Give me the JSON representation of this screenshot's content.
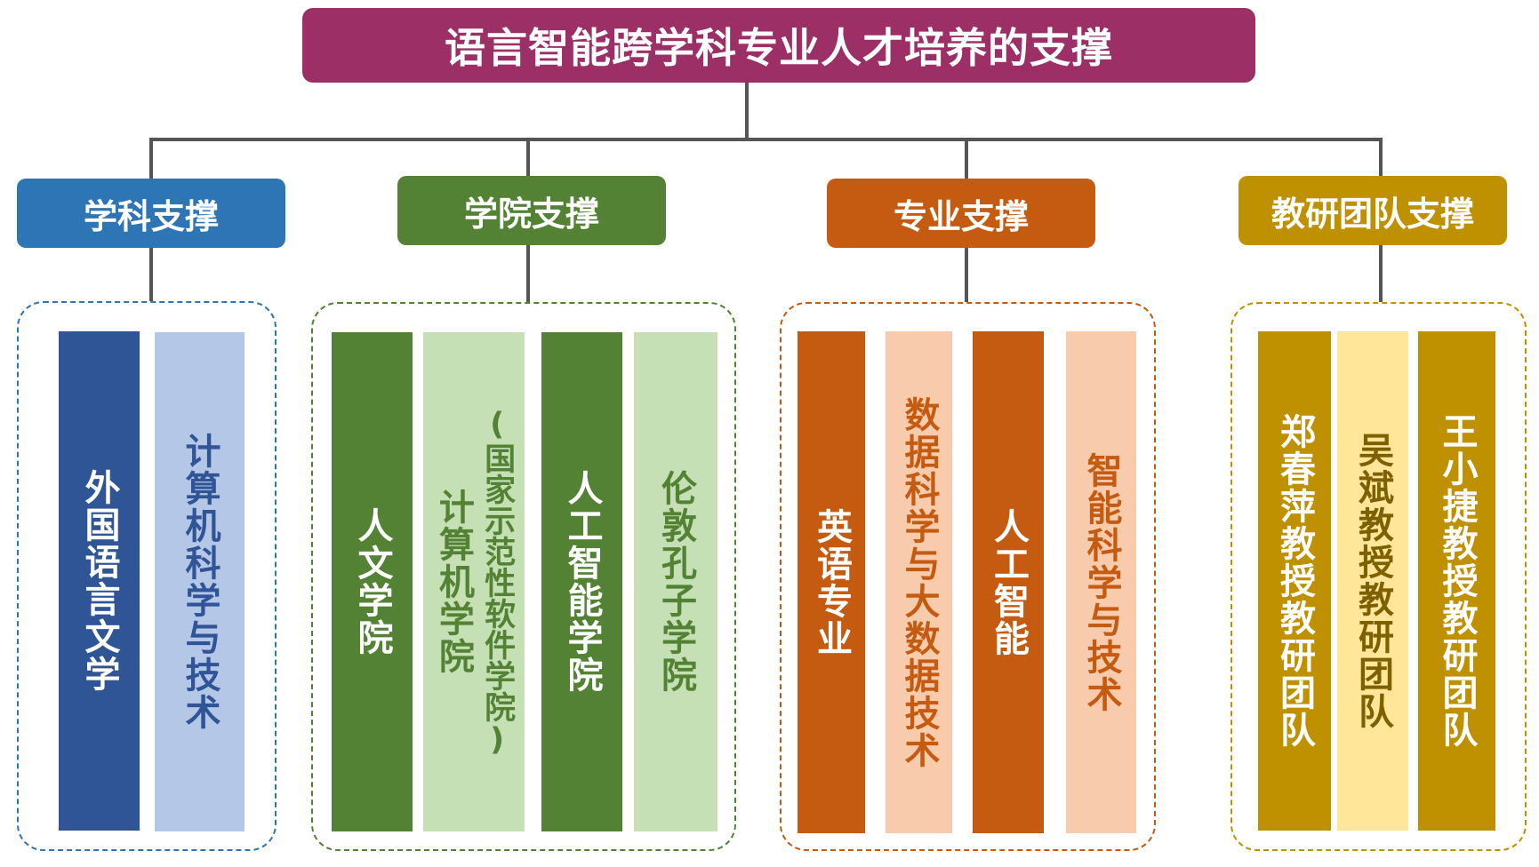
{
  "title": "语言智能跨学科专业人才培养的支撑",
  "colors": {
    "title": "#9b2f66",
    "connector": "#555555",
    "blue": "#2e75b6",
    "blue_dark": "#2f5597",
    "blue_light": "#b4c7e7",
    "green": "#548235",
    "green_light": "#c5e0b4",
    "orange": "#c55a11",
    "orange_light": "#f8cbad",
    "gold": "#bf9000",
    "gold_light": "#ffe699"
  },
  "categories": [
    {
      "label": "学科支撑",
      "items": [
        "外国语言文学",
        "计算机科学与技术"
      ]
    },
    {
      "label": "学院支撑",
      "items": [
        "人文学院",
        "计算机学院",
        "(国家示范性软件学院)",
        "人工智能学院",
        "伦敦孔子学院"
      ]
    },
    {
      "label": "专业支撑",
      "items": [
        "英语专业",
        "数据科学与大数据技术",
        "人工智能",
        "智能科学与技术"
      ]
    },
    {
      "label": "教研团队支撑",
      "items": [
        "郑春萍教授教研团队",
        "吴斌教授教研团队",
        "王小捷教授教研团队"
      ]
    }
  ]
}
